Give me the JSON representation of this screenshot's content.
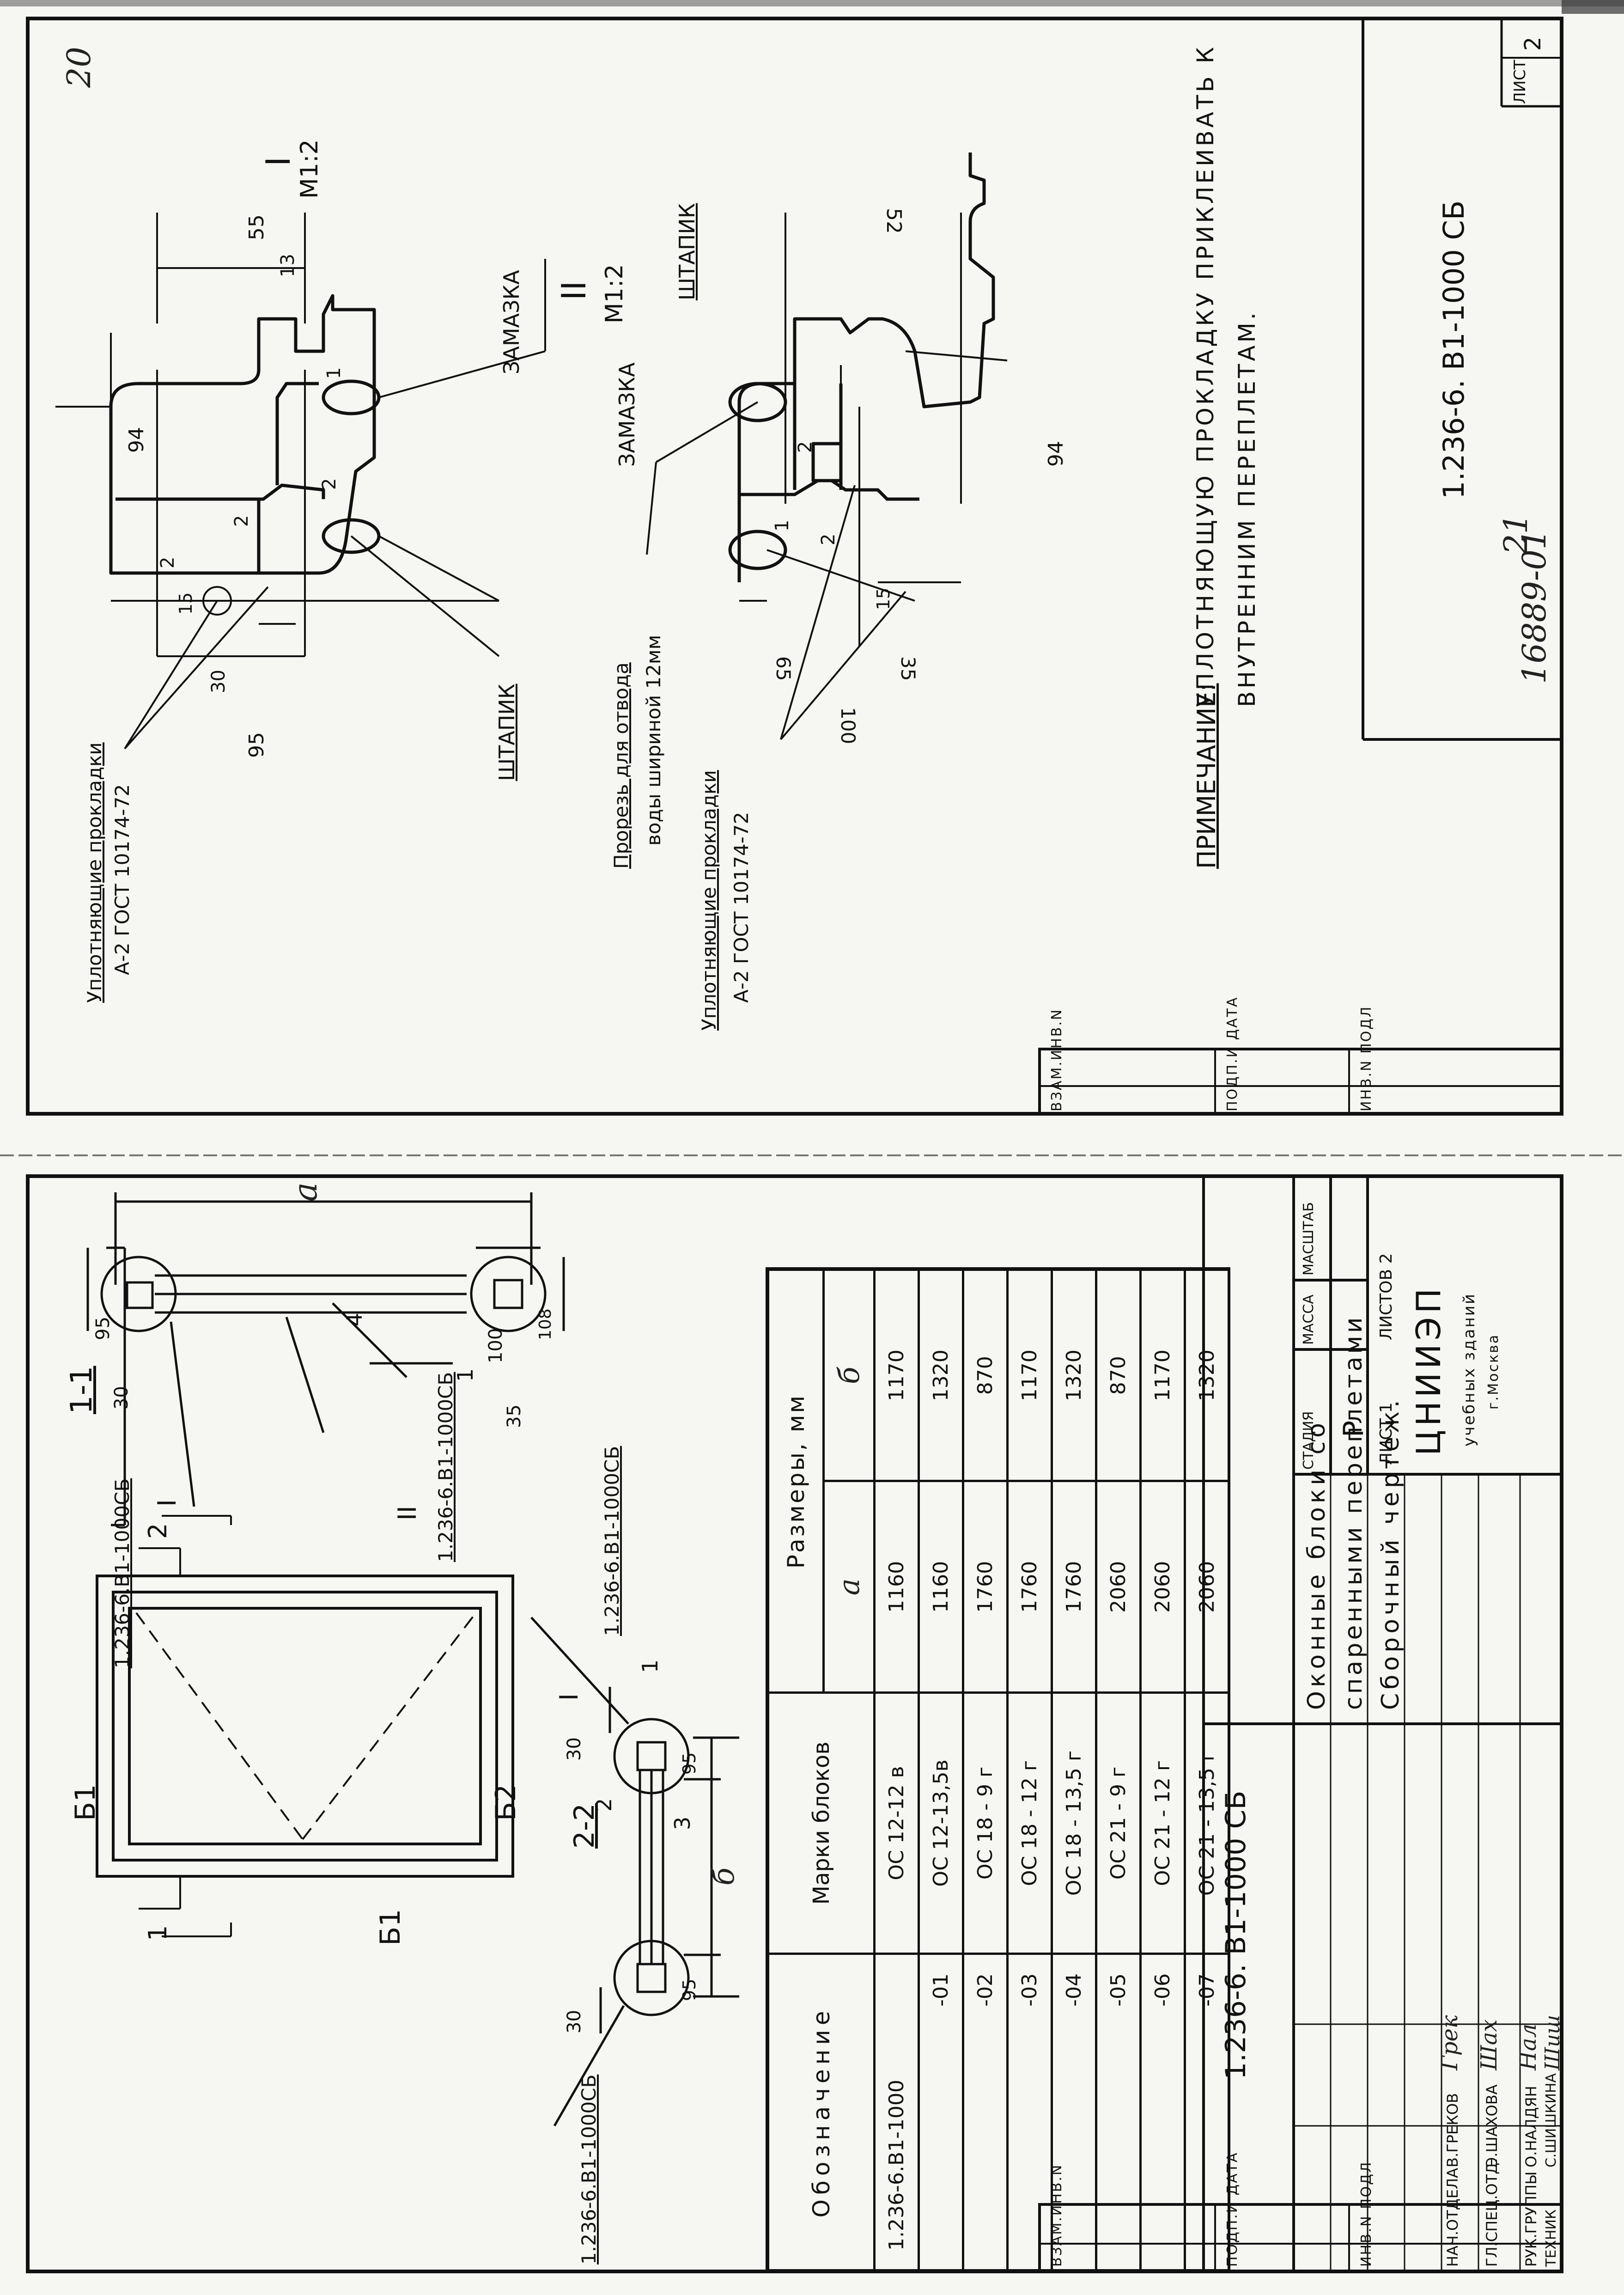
{
  "page_numbers": {
    "top": "20",
    "bottom": "21"
  },
  "inventory_number": "16889-01",
  "stamp_columns": [
    "ВЗАМ.ИНВ.N",
    "ПОДП.И ДАТА",
    "ИНВ.N ПОДЛ"
  ],
  "sheet2": {
    "detail_I": {
      "marker": "I",
      "scale": "М1:2",
      "dims": [
        "55",
        "13",
        "94",
        "95",
        "30",
        "15",
        "2",
        "2",
        "1",
        "2"
      ],
      "labels": {
        "putty": "ЗАМАЗКА",
        "bead": "ШТАПИК",
        "gasket": "Уплотняющие прокладки",
        "gasket_std": "А-2 ГОСТ 10174-72"
      }
    },
    "detail_II": {
      "marker": "II",
      "scale": "М1:2",
      "dims": [
        "52",
        "94",
        "100",
        "65",
        "35",
        "15",
        "2",
        "1",
        "2"
      ],
      "labels": {
        "putty": "ЗАМАЗКА",
        "bead": "ШТАПИК",
        "slot_line1": "Прорезь для отвода",
        "slot_line2": "воды шириной 12мм",
        "gasket": "Уплотняющие прокладки",
        "gasket_std": "А-2 ГОСТ 10174-72"
      }
    },
    "note_title": "ПРИМЕЧАНИЕ:",
    "note_line1": "УПЛОТНЯЮЩУЮ ПРОКЛАДКУ ПРИКЛЕИВАТЬ К",
    "note_line2": "ВНУТРЕННИМ ПЕРЕПЛЕТАМ.",
    "doc_code": "1.236-6. В1-1000 СБ",
    "sheet_label": "ЛИСТ",
    "sheet_no": "2"
  },
  "sheet1": {
    "elevation": {
      "b1_top": "Б1",
      "b1_mid": "Б1",
      "b2": "Б2",
      "cut_2": "2",
      "cut_1": "1"
    },
    "section_11": {
      "title": "1-1",
      "ref_I": "1.236-6.В1-1000СБ",
      "ref_II": "1.236-6.В1-1000СБ",
      "I": "I",
      "II": "II",
      "dims": [
        "95",
        "30",
        "100",
        "35",
        "108",
        "а"
      ],
      "pos": [
        "4",
        "1"
      ]
    },
    "section_22": {
      "title": "2-2",
      "ref": "1.236-6.В1-1000СБ",
      "ref_left": "1.236-6.В1-1000СБ",
      "I": "I",
      "dims": [
        "30",
        "30",
        "95",
        "95",
        "б"
      ],
      "pos": [
        "2",
        "3",
        "1"
      ]
    },
    "table": {
      "headers": {
        "designation": "Обозначение",
        "marks": "Марки блоков",
        "sizes": "Размеры, мм",
        "a": "а",
        "b": "б"
      },
      "rows": [
        {
          "d": "1.236-6.В1-1000",
          "m": "ОС 12-12 в",
          "a": "1160",
          "b": "1170"
        },
        {
          "d": "-01",
          "m": "ОС 12-13,5в",
          "a": "1160",
          "b": "1320"
        },
        {
          "d": "-02",
          "m": "ОС 18 - 9 г",
          "a": "1760",
          "b": "870"
        },
        {
          "d": "-03",
          "m": "ОС 18 - 12 г",
          "a": "1760",
          "b": "1170"
        },
        {
          "d": "-04",
          "m": "ОС 18 - 13,5 г",
          "a": "1760",
          "b": "1320"
        },
        {
          "d": "-05",
          "m": "ОС 21 - 9 г",
          "a": "2060",
          "b": "870"
        },
        {
          "d": "-06",
          "m": "ОС 21 - 12 г",
          "a": "2060",
          "b": "1170"
        },
        {
          "d": "-07",
          "m": "ОС 21 - 13,5 г",
          "a": "2060",
          "b": "1320"
        }
      ]
    },
    "title_block": {
      "code": "1.236-6. В1-1000 СБ",
      "name1": "Оконные блоки со",
      "name2": "спаренными переплетами",
      "name3": "Сборочный чертеж.",
      "stage_h": "СТАДИЯ",
      "mass_h": "МАССА",
      "scale_h": "МАСШТАБ",
      "stage": "Р",
      "sheet": "ЛИСТ 1",
      "sheets": "ЛИСТОВ 2",
      "org1": "ЦНИИЭП",
      "org2": "учебных зданий",
      "org3": "г.Москва",
      "people": [
        {
          "role": "НАЧ.ОТДЕЛА",
          "name": "В.ГРЕКОВ",
          "sign": "Грек"
        },
        {
          "role": "ГЛ.СПЕЦ.ОТД.",
          "name": "Э.ШАХОВА",
          "sign": "Шах"
        },
        {
          "role": "РУК.ГРУППЫ",
          "name": "О.НАЛДЯН",
          "sign": "Нал"
        },
        {
          "role": "ТЕХНИК",
          "name": "С.ШИШКИНА",
          "sign": "Шиш"
        }
      ]
    }
  }
}
